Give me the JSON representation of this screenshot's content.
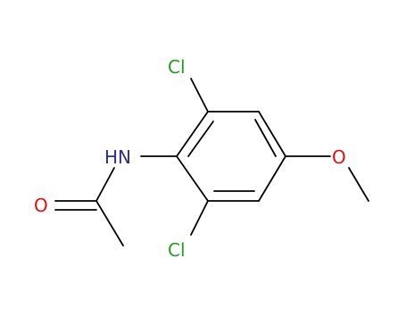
{
  "molecule": {
    "atoms": [
      {
        "id": "cl_top",
        "label": "Cl",
        "color": "#1f9e1f"
      },
      {
        "id": "cl_bottom",
        "label": "Cl",
        "color": "#1f9e1f"
      },
      {
        "id": "nh",
        "label": "HN",
        "color": "#2e2e8c"
      },
      {
        "id": "o_carbonyl",
        "label": "O",
        "color": "#e01010"
      },
      {
        "id": "o_methoxy",
        "label": "O",
        "color": "#e01010"
      }
    ],
    "bond_color": "#000000"
  }
}
